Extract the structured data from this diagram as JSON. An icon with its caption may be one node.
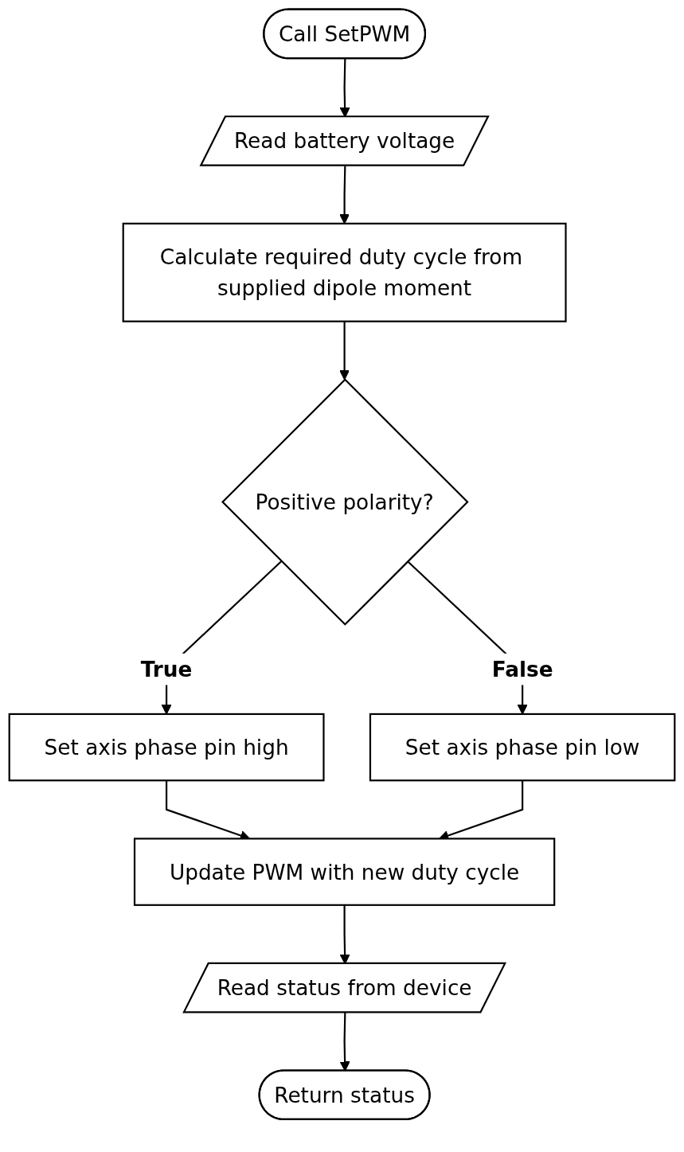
{
  "diagram": {
    "nodes": [
      {
        "text": [
          "Call SetPWM"
        ]
      },
      {
        "text": [
          "Read battery voltage"
        ]
      },
      {
        "text": [
          "Calculate required duty cycle from supplied dipole moment"
        ]
      },
      {
        "text": [
          "Positive polarity?"
        ]
      },
      {
        "text": [
          "Set axis phase pin high"
        ]
      },
      {
        "text": [
          "Set axis phase pin low"
        ]
      },
      {
        "text": [
          "Update PWM with new duty cycle"
        ]
      },
      {
        "text": [
          "Read status from device"
        ]
      },
      {
        "text": [
          "Return status"
        ]
      }
    ],
    "edges": [
      {
        "from": 0,
        "to": 1,
        "arrow": "to"
      },
      {
        "from": 1,
        "to": 2,
        "arrow": "to"
      },
      {
        "from": 2,
        "to": 3,
        "arrow": "to"
      },
      {
        "from": 3,
        "to": 4,
        "label": "True",
        "arrow": "to"
      },
      {
        "from": 3,
        "to": 5,
        "label": "False",
        "arrow": "to"
      },
      {
        "from": 4,
        "to": 6,
        "arrow": "to"
      },
      {
        "from": 5,
        "to": 6,
        "arrow": "to"
      },
      {
        "from": 6,
        "to": 7,
        "arrow": "to"
      },
      {
        "from": 7,
        "to": 8,
        "arrow": "to"
      }
    ]
  }
}
